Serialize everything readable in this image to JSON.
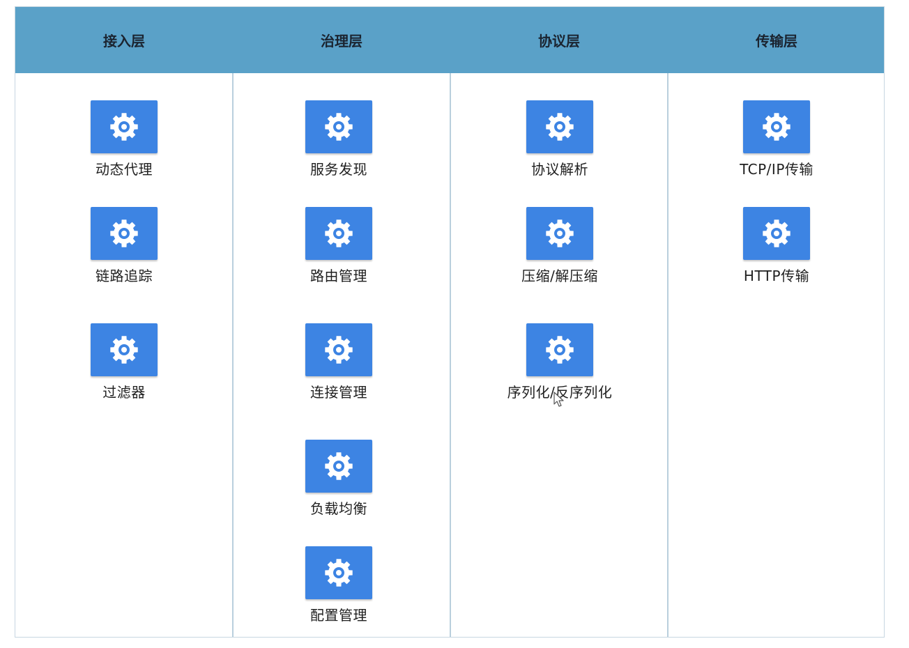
{
  "colors": {
    "header": "#5aa1c8",
    "tile": "#3d84e3",
    "divider": "#b9cfdd"
  },
  "columns": [
    {
      "title": "接入层",
      "items": [
        {
          "label": "动态代理",
          "icon": "gear-icon"
        },
        {
          "label": "链路追踪",
          "icon": "gear-icon"
        },
        {
          "label": "过滤器",
          "icon": "gear-icon"
        }
      ]
    },
    {
      "title": "治理层",
      "items": [
        {
          "label": "服务发现",
          "icon": "gear-icon"
        },
        {
          "label": "路由管理",
          "icon": "gear-icon"
        },
        {
          "label": "连接管理",
          "icon": "gear-icon"
        },
        {
          "label": "负载均衡",
          "icon": "gear-icon"
        },
        {
          "label": "配置管理",
          "icon": "gear-icon"
        }
      ]
    },
    {
      "title": "协议层",
      "items": [
        {
          "label": "协议解析",
          "icon": "gear-icon"
        },
        {
          "label": "压缩/解压缩",
          "icon": "gear-icon"
        },
        {
          "label": "序列化/反序列化",
          "icon": "gear-icon"
        }
      ]
    },
    {
      "title": "传输层",
      "items": [
        {
          "label": "TCP/IP传输",
          "icon": "gear-icon"
        },
        {
          "label": "HTTP传输",
          "icon": "gear-icon"
        }
      ]
    }
  ]
}
